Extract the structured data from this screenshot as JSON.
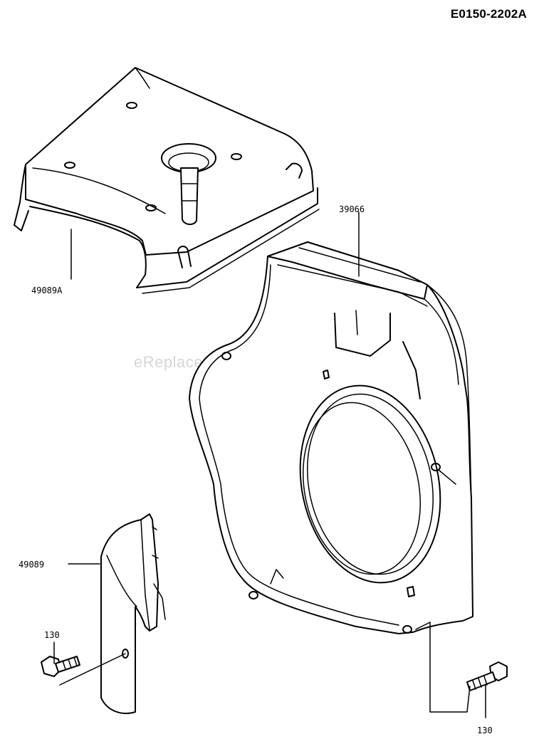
{
  "diagram": {
    "code": "E0150-2202A",
    "watermark": "eReplacementParts.com",
    "labels": {
      "top_cover": "49089A",
      "fan_housing": "39066",
      "shroud": "49089",
      "bolt_left": "130",
      "bolt_right": "130"
    }
  }
}
